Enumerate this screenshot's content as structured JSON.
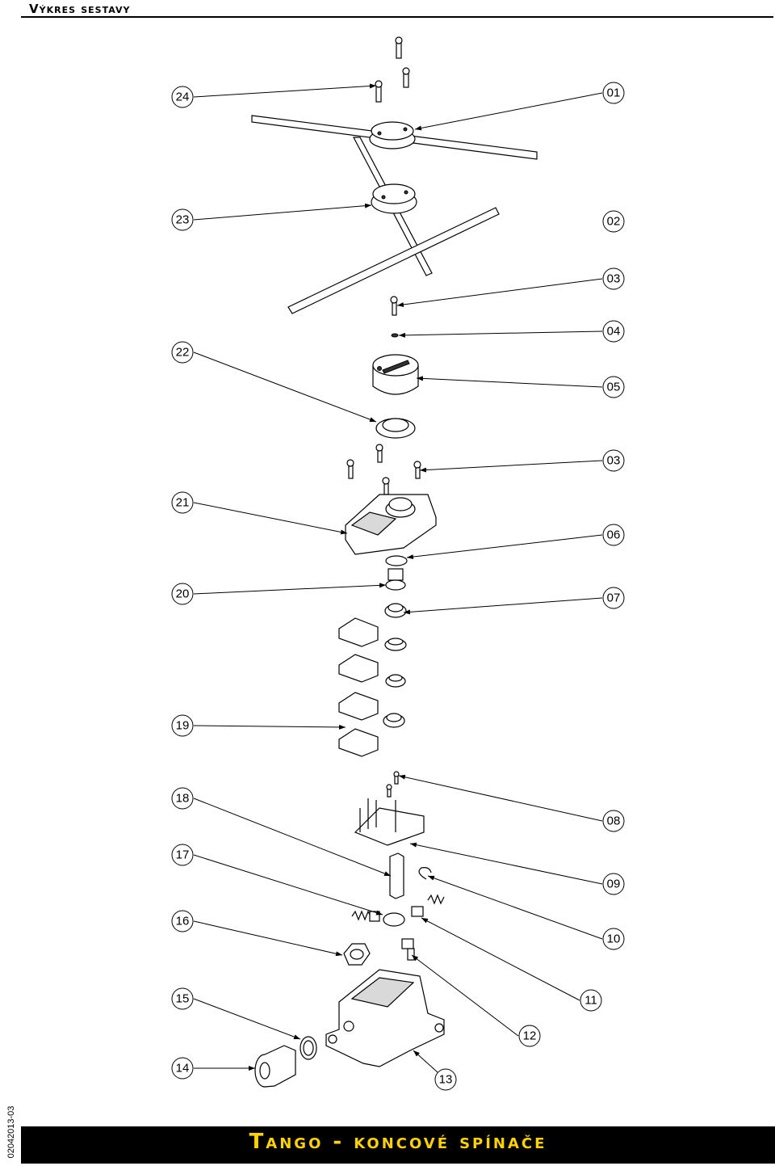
{
  "header": {
    "title": "Výkres sestavy"
  },
  "side_code": "02042013-03",
  "footer": {
    "title": "Tango - koncové spínače"
  },
  "callouts": [
    "24",
    "01",
    "23",
    "02",
    "03",
    "04",
    "22",
    "05",
    "03",
    "21",
    "06",
    "20",
    "07",
    "19",
    "18",
    "08",
    "17",
    "09",
    "16",
    "10",
    "15",
    "11",
    "12",
    "14",
    "13"
  ]
}
